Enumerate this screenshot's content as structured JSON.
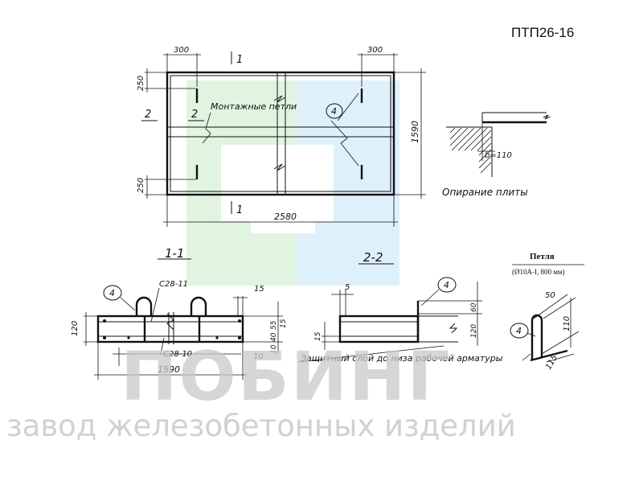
{
  "title": "ПТП26-16",
  "plan": {
    "dim_top_left": "300",
    "dim_top_right": "300",
    "dim_left_top": "250",
    "dim_left_bottom": "250",
    "dim_right": "1590",
    "dim_bottom": "2580",
    "section_mark_top": "1",
    "section_mark_bottom": "1",
    "section_mark_left": "2",
    "section_mark_inner": "2",
    "callout_loops": "Монтажные петли",
    "callout_number": "4"
  },
  "support": {
    "label": "Опирание плиты",
    "dim": "b=110"
  },
  "section_1": {
    "title": "1-1",
    "callout": "4",
    "mesh_top": "С28-11",
    "mesh_bottom": "С28-10",
    "dim_height": "120",
    "dim_length": "1590",
    "dim_15_top": "15",
    "dim_55": "55",
    "dim_15_right": "15",
    "dim_40": "40",
    "dim_10a": "10",
    "dim_10b": "10"
  },
  "section_2": {
    "title": "2-2",
    "callout": "4",
    "dim_5": "5",
    "dim_60": "60",
    "dim_120": "120",
    "dim_15": "15",
    "note": "Защитный слой до низа рабочей арматуры"
  },
  "loop": {
    "title": "Петля",
    "spec": "(Ø10А-I, 800 мм)",
    "callout": "4",
    "dim_50": "50",
    "dim_110": "110",
    "dim_115": "115"
  },
  "watermark": {
    "brand": "ПОБИНГ",
    "company": "завод железобетонных изделий"
  }
}
